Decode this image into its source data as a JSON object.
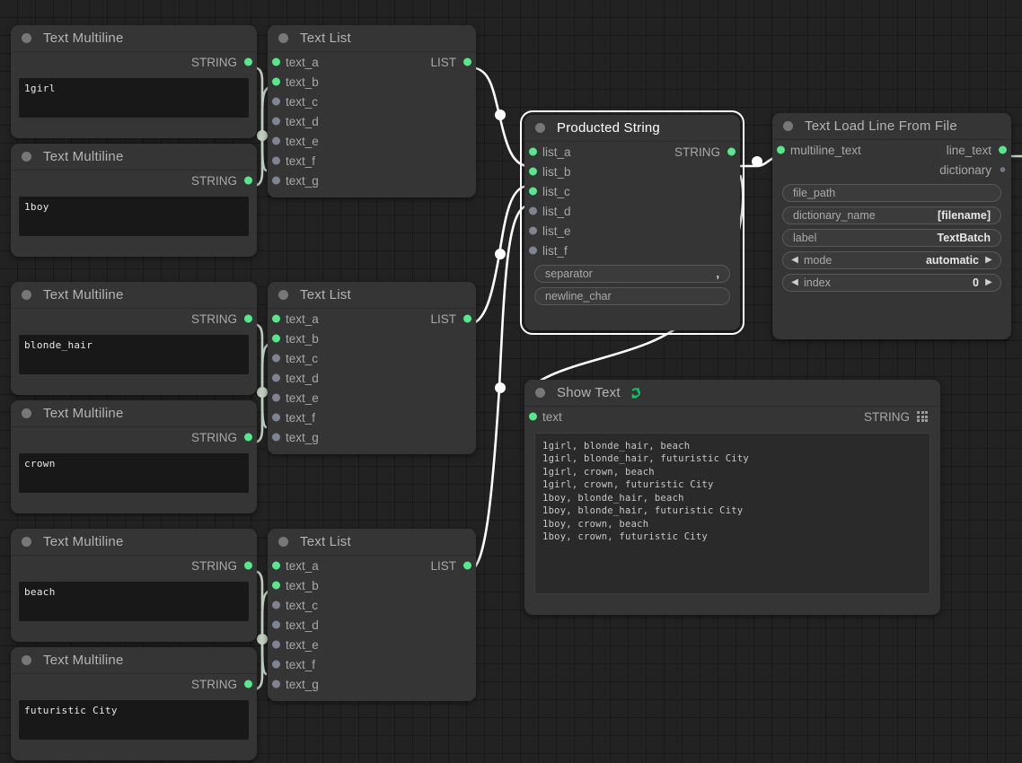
{
  "canvas": {
    "background": "#222222",
    "grid_color": "#1b1b1b",
    "link_color": "#ffffff",
    "link_color_string": "#c3d3c3"
  },
  "nodes": {
    "tm1": {
      "title": "Text Multiline",
      "output_label": "STRING",
      "value": "1girl"
    },
    "tm2": {
      "title": "Text Multiline",
      "output_label": "STRING",
      "value": "1boy"
    },
    "tm3": {
      "title": "Text Multiline",
      "output_label": "STRING",
      "value": "blonde_hair"
    },
    "tm4": {
      "title": "Text Multiline",
      "output_label": "STRING",
      "value": "crown"
    },
    "tm5": {
      "title": "Text Multiline",
      "output_label": "STRING",
      "value": "beach"
    },
    "tm6": {
      "title": "Text Multiline",
      "output_label": "STRING",
      "value": "futuristic City"
    },
    "tl1": {
      "title": "Text List",
      "output_label": "LIST",
      "inputs": [
        {
          "label": "text_a",
          "connected": true
        },
        {
          "label": "text_b",
          "connected": true
        },
        {
          "label": "text_c",
          "connected": false
        },
        {
          "label": "text_d",
          "connected": false
        },
        {
          "label": "text_e",
          "connected": false
        },
        {
          "label": "text_f",
          "connected": false
        },
        {
          "label": "text_g",
          "connected": false
        }
      ]
    },
    "tl2": {
      "title": "Text List",
      "output_label": "LIST",
      "inputs": [
        {
          "label": "text_a",
          "connected": true
        },
        {
          "label": "text_b",
          "connected": true
        },
        {
          "label": "text_c",
          "connected": false
        },
        {
          "label": "text_d",
          "connected": false
        },
        {
          "label": "text_e",
          "connected": false
        },
        {
          "label": "text_f",
          "connected": false
        },
        {
          "label": "text_g",
          "connected": false
        }
      ]
    },
    "tl3": {
      "title": "Text List",
      "output_label": "LIST",
      "inputs": [
        {
          "label": "text_a",
          "connected": true
        },
        {
          "label": "text_b",
          "connected": true
        },
        {
          "label": "text_c",
          "connected": false
        },
        {
          "label": "text_d",
          "connected": false
        },
        {
          "label": "text_e",
          "connected": false
        },
        {
          "label": "text_f",
          "connected": false
        },
        {
          "label": "text_g",
          "connected": false
        }
      ]
    },
    "producted": {
      "title": "Producted String",
      "selected": true,
      "output_label": "STRING",
      "inputs": [
        {
          "label": "list_a",
          "connected": true
        },
        {
          "label": "list_b",
          "connected": true
        },
        {
          "label": "list_c",
          "connected": true
        },
        {
          "label": "list_d",
          "connected": false
        },
        {
          "label": "list_e",
          "connected": false
        },
        {
          "label": "list_f",
          "connected": false
        }
      ],
      "widgets": [
        {
          "name": "separator",
          "value": ","
        },
        {
          "name": "newline_char",
          "value": ""
        }
      ]
    },
    "loadline": {
      "title": "Text Load Line From File",
      "input_label": "multiline_text",
      "outputs": [
        {
          "label": "line_text",
          "connected": true
        },
        {
          "label": "dictionary",
          "connected": false
        }
      ],
      "widgets": [
        {
          "name": "file_path",
          "value": "",
          "arrows": false
        },
        {
          "name": "dictionary_name",
          "value": "[filename]",
          "arrows": false
        },
        {
          "name": "label",
          "value": "TextBatch",
          "arrows": false
        },
        {
          "name": "mode",
          "value": "automatic",
          "arrows": true
        },
        {
          "name": "index",
          "value": "0",
          "arrows": true
        }
      ]
    },
    "showtext": {
      "title": "Show Text",
      "refresh_icon": "refresh-loop-icon",
      "input_label": "text",
      "output_label": "STRING",
      "grid_icon": "grid-dots-icon",
      "text": "1girl, blonde_hair, beach\n1girl, blonde_hair, futuristic City\n1girl, crown, beach\n1girl, crown, futuristic City\n1boy, blonde_hair, beach\n1boy, blonde_hair, futuristic City\n1boy, crown, beach\n1boy, crown, futuristic City"
    }
  }
}
